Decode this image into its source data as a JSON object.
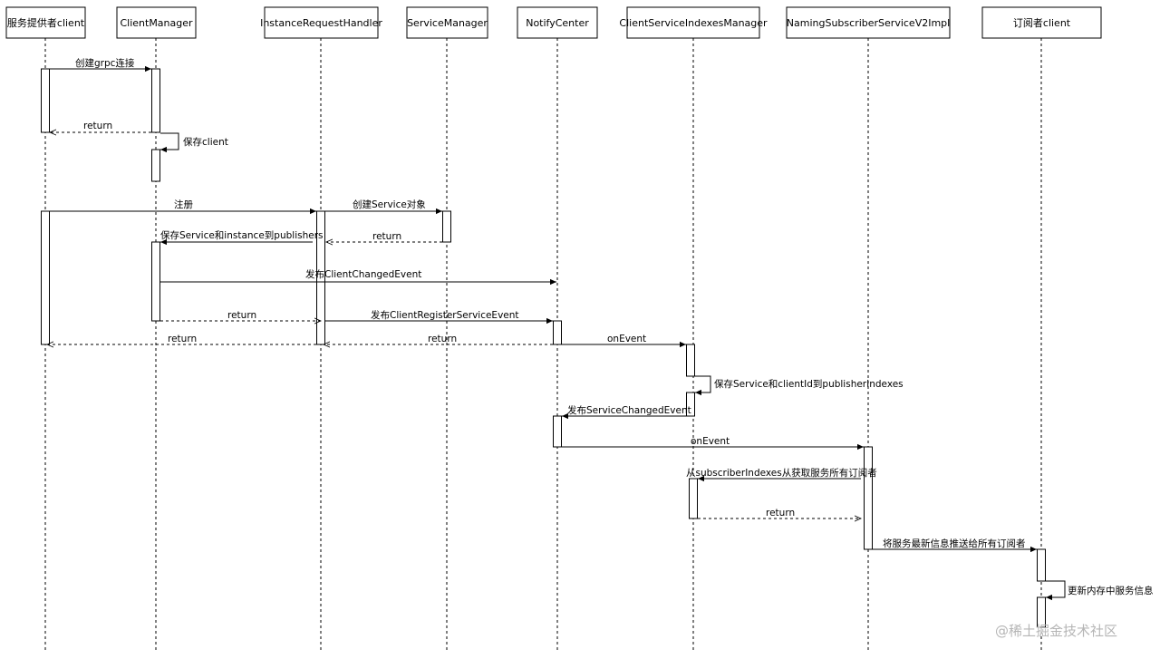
{
  "participants": [
    {
      "id": "provider",
      "name": "服务提供者client"
    },
    {
      "id": "cm",
      "name": "ClientManager"
    },
    {
      "id": "irh",
      "name": "InstanceRequestHandler"
    },
    {
      "id": "sm",
      "name": "ServiceManager"
    },
    {
      "id": "nc",
      "name": "NotifyCenter"
    },
    {
      "id": "csim",
      "name": "ClientServiceIndexesManager"
    },
    {
      "id": "nss",
      "name": "NamingSubscriberServiceV2Impl"
    },
    {
      "id": "subscriber",
      "name": "订阅者client"
    }
  ],
  "messages": [
    {
      "id": "m1",
      "label": "创建grpc连接",
      "from": "provider",
      "to": "cm",
      "kind": "sync"
    },
    {
      "id": "m2",
      "label": "return",
      "from": "cm",
      "to": "provider",
      "kind": "return"
    },
    {
      "id": "m3",
      "label": "保存client",
      "from": "cm",
      "to": "cm",
      "kind": "self"
    },
    {
      "id": "m4",
      "label": "注册",
      "from": "provider",
      "to": "irh",
      "kind": "sync"
    },
    {
      "id": "m5",
      "label": "创建Service对象",
      "from": "irh",
      "to": "sm",
      "kind": "sync"
    },
    {
      "id": "m6",
      "label": "return",
      "from": "sm",
      "to": "irh",
      "kind": "return"
    },
    {
      "id": "m7",
      "label": "保存Service和instance到publishers",
      "from": "irh",
      "to": "cm",
      "kind": "sync"
    },
    {
      "id": "m8",
      "label": "发布ClientChangedEvent",
      "from": "cm",
      "to": "nc",
      "kind": "sync"
    },
    {
      "id": "m9",
      "label": "return",
      "from": "cm",
      "to": "irh",
      "kind": "return"
    },
    {
      "id": "m10",
      "label": "发布ClientRegisterServiceEvent",
      "from": "irh",
      "to": "nc",
      "kind": "sync"
    },
    {
      "id": "m11",
      "label": "return",
      "from": "irh",
      "to": "provider",
      "kind": "return"
    },
    {
      "id": "m12",
      "label": "return",
      "from": "nc",
      "to": "irh",
      "kind": "return"
    },
    {
      "id": "m13",
      "label": "onEvent",
      "from": "nc",
      "to": "csim",
      "kind": "sync"
    },
    {
      "id": "m14",
      "label": "保存Service和clientId到publisherIndexes",
      "from": "csim",
      "to": "csim",
      "kind": "self"
    },
    {
      "id": "m15",
      "label": "发布ServiceChangedEvent",
      "from": "csim",
      "to": "nc",
      "kind": "sync"
    },
    {
      "id": "m16",
      "label": "onEvent",
      "from": "nc",
      "to": "nss",
      "kind": "sync"
    },
    {
      "id": "m17",
      "label": "从subscriberIndexes从获取服务所有订阅者",
      "from": "nss",
      "to": "csim",
      "kind": "sync"
    },
    {
      "id": "m18",
      "label": "return",
      "from": "csim",
      "to": "nss",
      "kind": "return"
    },
    {
      "id": "m19",
      "label": "将服务最新信息推送给所有订阅者",
      "from": "nss",
      "to": "subscriber",
      "kind": "sync"
    },
    {
      "id": "m20",
      "label": "更新内存中服务信息",
      "from": "subscriber",
      "to": "subscriber",
      "kind": "self"
    }
  ],
  "watermark": "@稀土掘金技术社区"
}
